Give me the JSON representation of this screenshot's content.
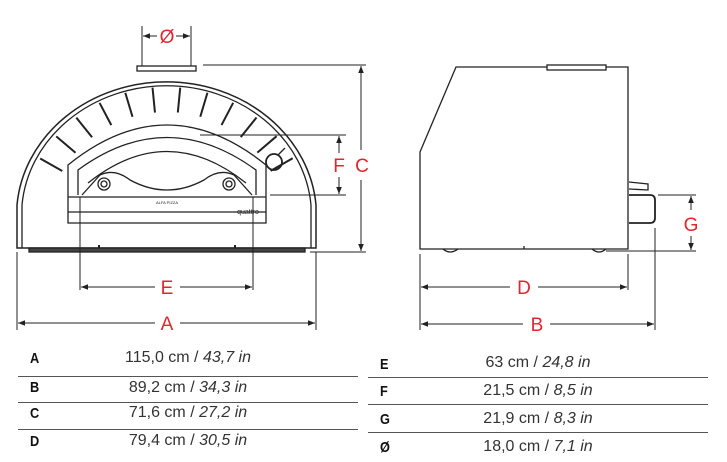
{
  "front_view": {
    "labels": {
      "diameter": "Ø",
      "F": "F",
      "C": "C",
      "E": "E",
      "A": "A"
    },
    "logo_text": "ALFA PIZZA",
    "model_text": "quattro"
  },
  "side_view": {
    "labels": {
      "G": "G",
      "D": "D",
      "B": "B"
    }
  },
  "colors": {
    "dimension_label": "#e1262f",
    "line": "#222222"
  },
  "table_left": [
    {
      "key": "A",
      "cm": "115,0 cm",
      "sep": " / ",
      "inch": "43,7 in"
    },
    {
      "key": "B",
      "cm": "89,2 cm",
      "sep": " / ",
      "inch": "34,3 in"
    },
    {
      "key": "C",
      "cm": "71,6 cm",
      "sep": " / ",
      "inch": "27,2 in"
    },
    {
      "key": "D",
      "cm": "79,4 cm",
      "sep": " / ",
      "inch": "30,5 in"
    }
  ],
  "table_right": [
    {
      "key": "E",
      "cm": "63 cm",
      "sep": " / ",
      "inch": "24,8 in"
    },
    {
      "key": "F",
      "cm": "21,5 cm",
      "sep": " / ",
      "inch": "8,5 in"
    },
    {
      "key": "G",
      "cm": "21,9 cm",
      "sep": " / ",
      "inch": "8,3 in"
    },
    {
      "key": "Ø",
      "cm": "18,0 cm",
      "sep": " / ",
      "inch": "7,1 in"
    }
  ]
}
